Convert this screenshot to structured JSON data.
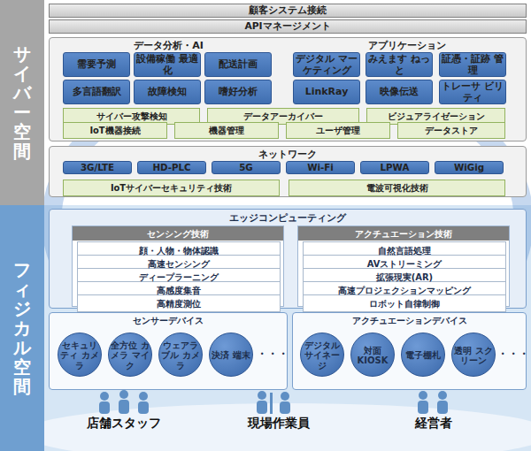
{
  "diagram": {
    "nodes": [
      {
        "text": [
          "サイバー空間"
        ]
      },
      {
        "text": [
          "フィジカル空間"
        ]
      },
      {
        "text": [
          "顧客システム接続"
        ]
      },
      {
        "text": [
          "APIマネージメント"
        ]
      },
      {
        "text": [
          "データ分析・AI",
          "アプリケーション"
        ]
      },
      {
        "text": [
          "需要予測"
        ],
        "in": 4
      },
      {
        "text": [
          "設備稼働 最適化"
        ],
        "in": 4
      },
      {
        "text": [
          "配送計画"
        ],
        "in": 4
      },
      {
        "text": [
          "デジタル マーケティング"
        ],
        "in": 4
      },
      {
        "text": [
          "みえます ねっと"
        ],
        "in": 4
      },
      {
        "text": [
          "証憑・証跡 管理"
        ],
        "in": 4
      },
      {
        "text": [
          "多言語翻訳"
        ],
        "in": 4
      },
      {
        "text": [
          "故障検知"
        ],
        "in": 4
      },
      {
        "text": [
          "嗜好分析"
        ],
        "in": 4
      },
      {
        "text": [
          "LinkRay"
        ],
        "in": 4
      },
      {
        "text": [
          "映像伝送"
        ],
        "in": 4
      },
      {
        "text": [
          "トレーサ ビリティ"
        ],
        "in": 4
      },
      {
        "text": [
          "サイバー攻撃検知"
        ],
        "in": 4
      },
      {
        "text": [
          "データアーカイバー"
        ],
        "in": 4
      },
      {
        "text": [
          "ビジュアライゼーション"
        ],
        "in": 4
      },
      {
        "text": [
          "IoT機器接続"
        ],
        "in": 4
      },
      {
        "text": [
          "機器管理"
        ],
        "in": 4
      },
      {
        "text": [
          "ユーザ管理"
        ],
        "in": 4
      },
      {
        "text": [
          "データストア"
        ],
        "in": 4
      },
      {
        "text": [
          "ネットワーク"
        ]
      },
      {
        "text": [
          "3G/LTE"
        ],
        "in": 24
      },
      {
        "text": [
          "HD-PLC"
        ],
        "in": 24
      },
      {
        "text": [
          "5G"
        ],
        "in": 24
      },
      {
        "text": [
          "Wi-Fi"
        ],
        "in": 24
      },
      {
        "text": [
          "LPWA"
        ],
        "in": 24
      },
      {
        "text": [
          "WiGig"
        ],
        "in": 24
      },
      {
        "text": [
          "IoTサイバーセキュリティ技術"
        ],
        "in": 24
      },
      {
        "text": [
          "電波可視化技術"
        ],
        "in": 24
      },
      {
        "text": [
          "エッジコンピューティング"
        ]
      },
      {
        "text": [
          "センシング技術"
        ],
        "in": 33
      },
      {
        "text": [
          "顔・人物・物体認識"
        ],
        "in": 34
      },
      {
        "text": [
          "高速センシング"
        ],
        "in": 34
      },
      {
        "text": [
          "ディープラーニング"
        ],
        "in": 34
      },
      {
        "text": [
          "高感度集音"
        ],
        "in": 34
      },
      {
        "text": [
          "高精度測位"
        ],
        "in": 34
      },
      {
        "text": [
          "アクチュエーション技術"
        ],
        "in": 33
      },
      {
        "text": [
          "自然言語処理"
        ],
        "in": 40
      },
      {
        "text": [
          "AVストリーミング"
        ],
        "in": 40
      },
      {
        "text": [
          "拡張現実(AR)"
        ],
        "in": 40
      },
      {
        "text": [
          "高速プロジェクションマッピング"
        ],
        "in": 40
      },
      {
        "text": [
          "ロボット自律制御"
        ],
        "in": 40
      },
      {
        "text": [
          "センサーデバイス"
        ]
      },
      {
        "text": [
          "セキュリティ カメラ"
        ],
        "in": 46
      },
      {
        "text": [
          "全方位 カメラ マイク"
        ],
        "in": 46
      },
      {
        "text": [
          "ウェアラブル カメラ"
        ],
        "in": 46
      },
      {
        "text": [
          "決済 端末"
        ],
        "in": 46
      },
      {
        "text": [
          "アクチュエーションデバイス"
        ]
      },
      {
        "text": [
          "デジタル サイネージ"
        ],
        "in": 51
      },
      {
        "text": [
          "対面 KIOSK"
        ],
        "in": 51
      },
      {
        "text": [
          "電子棚札"
        ],
        "in": 51
      },
      {
        "text": [
          "透明 スクリーン"
        ],
        "in": 51
      }
    ],
    "labels": [
      "・・・",
      "・・・",
      "店舗スタッフ",
      "現場作業員",
      "経営者"
    ]
  }
}
